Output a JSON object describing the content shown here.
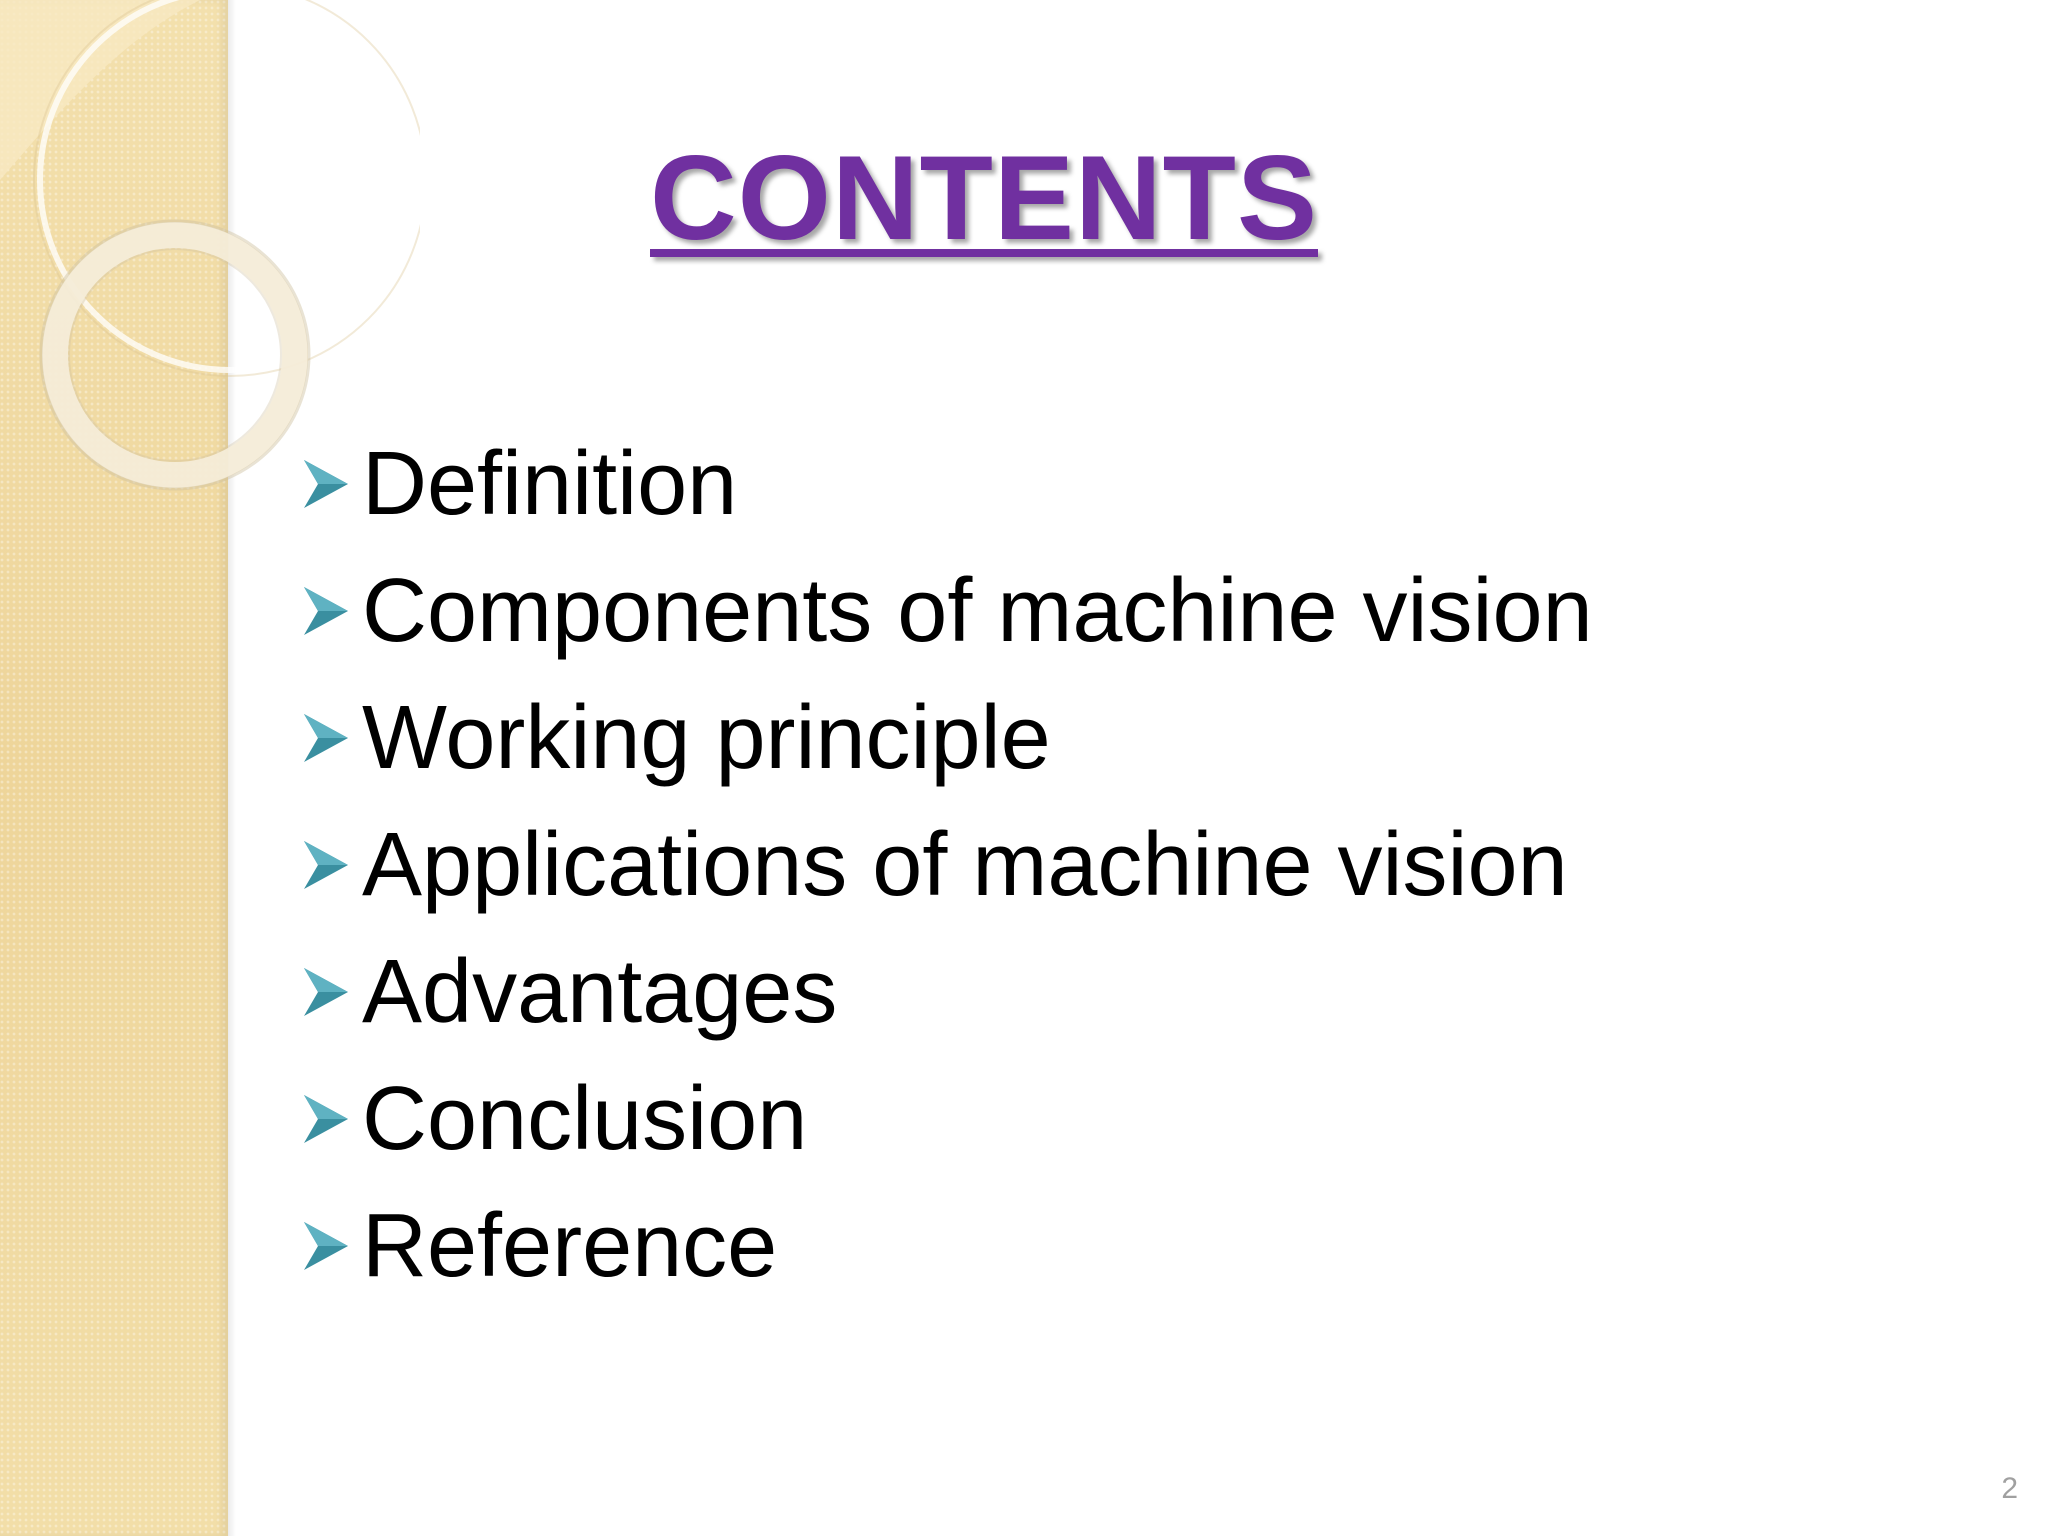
{
  "slide": {
    "title": "CONTENTS",
    "items": [
      {
        "label": "Definition",
        "icon": "arrow-bullet-icon"
      },
      {
        "label": "Components of machine vision",
        "icon": "arrow-bullet-icon"
      },
      {
        "label": "Working principle",
        "icon": "arrow-bullet-icon"
      },
      {
        "label": "Applications of machine vision",
        "icon": "arrow-bullet-icon"
      },
      {
        "label": "Advantages",
        "icon": "arrow-bullet-icon"
      },
      {
        "label": "Conclusion",
        "icon": "arrow-bullet-icon"
      },
      {
        "label": "Reference",
        "icon": "arrow-bullet-icon"
      }
    ],
    "page_number": "2"
  },
  "colors": {
    "title": "#7030a0",
    "bullet": "#3a8fa0",
    "side_band": "#f1dca6",
    "text": "#000000",
    "page_number": "#a0a0a0"
  }
}
